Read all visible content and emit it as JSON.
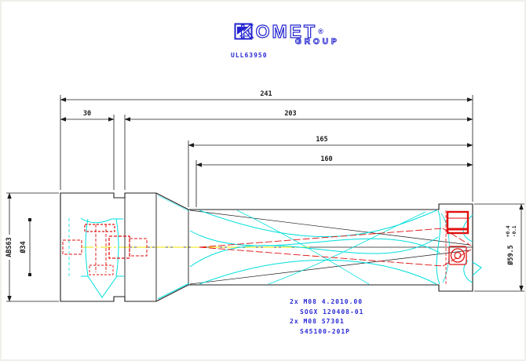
{
  "logo": {
    "brand": "KOMET",
    "registered": "®",
    "subbrand": "GROUP"
  },
  "drawing_number": "ULL63950",
  "dimensions": {
    "total_length": "241",
    "shank_length": "30",
    "body_length": "203",
    "step_length": "165",
    "flute_length": "160",
    "connection": "ABS63",
    "bore_dia": "Ø34",
    "cut_dia": "Ø59.5",
    "tol_up": "+0.4",
    "tol_low": "-0.1"
  },
  "parts_list": {
    "line1": "2x M08 4.2010.00",
    "line2": "SOGX 120408-01",
    "line3": "2x M08 S7301",
    "line4": "S45100-201P"
  },
  "colors": {
    "blue": "#2324cf",
    "cyan": "#00dede",
    "red": "#e01010",
    "yellow": "#ece600",
    "line": "#1c1c1c"
  }
}
